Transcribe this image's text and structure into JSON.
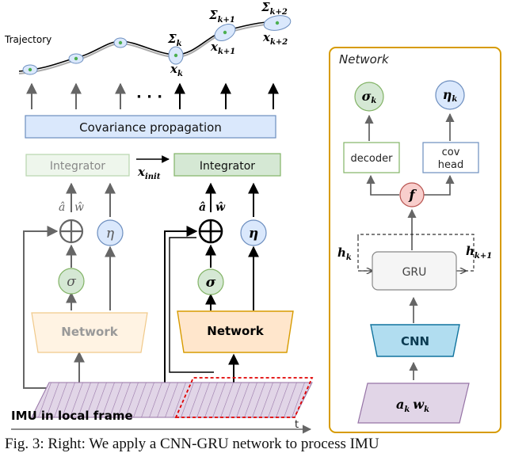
{
  "left": {
    "trajectory_label": "Trajectory",
    "ellipsis": "· · ·",
    "sigma_k": {
      "base": "Σ",
      "sub": "k"
    },
    "sigma_k1": {
      "base": "Σ",
      "sub": "k+1"
    },
    "sigma_k2": {
      "base": "Σ",
      "sub": "k+2"
    },
    "x_k": {
      "base": "x",
      "sub": "k"
    },
    "x_k1": {
      "base": "x",
      "sub": "k+1"
    },
    "x_k2": {
      "base": "x",
      "sub": "k+2"
    },
    "covariance_label": "Covariance propagation",
    "integrator_prev": "Integrator",
    "integrator_curr": "Integrator",
    "x_init": {
      "base": "x",
      "sub": "init"
    },
    "a_hat": "â",
    "w_hat": "ŵ",
    "plus": "⊕",
    "eta": "η",
    "sigma": "σ",
    "network_prev": "Network",
    "network_curr": "Network",
    "imu_label": "IMU in local frame",
    "time_label": "t"
  },
  "right": {
    "title": "Network",
    "sigma_out": {
      "base": "σ",
      "sub": "k"
    },
    "eta_out": {
      "base": "η",
      "sub": "k"
    },
    "decoder_label": "decoder",
    "cov_line1": "cov",
    "cov_line2": "head",
    "f_label": "f",
    "gru_label": "GRU",
    "h_k": {
      "base": "h",
      "sub": "k"
    },
    "h_k1": {
      "base": "h",
      "sub": "k+1"
    },
    "cnn_label": "CNN",
    "input_a": {
      "base": "a",
      "sub": "k"
    },
    "input_w": {
      "base": "w",
      "sub": "k"
    }
  },
  "caption": "Fig. 3: Right: We apply a CNN-GRU network to process IMU",
  "colors": {
    "covariance_fill": "#dae8fc",
    "covariance_stroke": "#6c8ebf",
    "integrator_fill": "#d5e8d4",
    "integrator_stroke": "#82b366",
    "network_fill": "#ffe6cc",
    "network_stroke": "#d79b00",
    "sigma_fill": "#d5e8d4",
    "eta_fill": "#dae8fc",
    "f_fill": "#f8cecc",
    "f_stroke": "#b85450",
    "cnn_fill": "#b1ddf0",
    "cnn_stroke": "#10739e",
    "imu_fill": "#e1d5e7",
    "imu_stroke": "#9673a6",
    "right_panel_stroke": "#d79b00",
    "red_dash": "#e00000",
    "arrow": "#555555"
  }
}
